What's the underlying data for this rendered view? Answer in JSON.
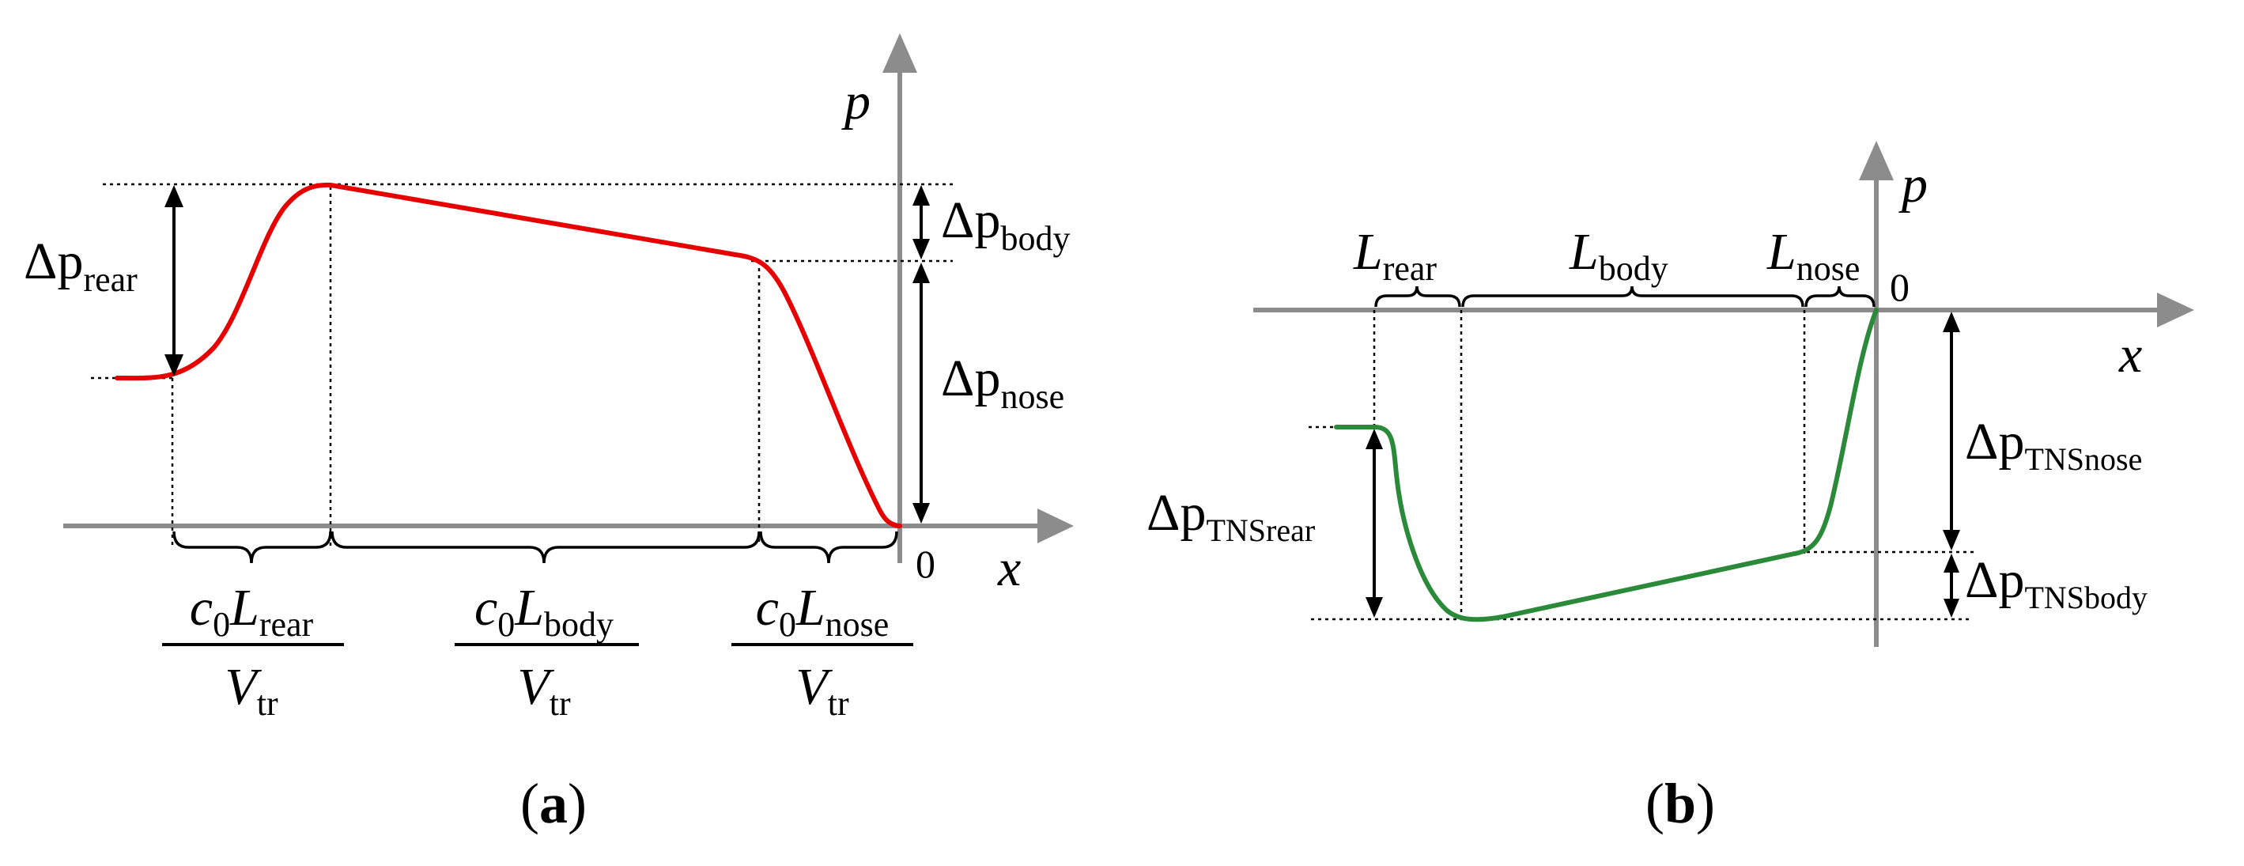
{
  "panel_a": {
    "caption": "a",
    "curve_color": "#e60000",
    "axis_y_label": "p",
    "axis_x_label": "x",
    "origin_label": "0",
    "dp_rear": {
      "base": "Δp",
      "sub": "rear"
    },
    "dp_body": {
      "base": "Δp",
      "sub": "body"
    },
    "dp_nose": {
      "base": "Δp",
      "sub": "nose"
    },
    "lengths": [
      {
        "num_coef": "c",
        "num_coef_sub": "0",
        "num_var": "L",
        "num_sub": "rear",
        "den_var": "V",
        "den_sub": "tr"
      },
      {
        "num_coef": "c",
        "num_coef_sub": "0",
        "num_var": "L",
        "num_sub": "body",
        "den_var": "V",
        "den_sub": "tr"
      },
      {
        "num_coef": "c",
        "num_coef_sub": "0",
        "num_var": "L",
        "num_sub": "nose",
        "den_var": "V",
        "den_sub": "tr"
      }
    ]
  },
  "panel_b": {
    "caption": "b",
    "curve_color": "#2a8a3a",
    "axis_y_label": "p",
    "axis_x_label": "x",
    "origin_label": "0",
    "l_rear": {
      "base": "L",
      "sub": "rear"
    },
    "l_body": {
      "base": "L",
      "sub": "body"
    },
    "l_nose": {
      "base": "L",
      "sub": "nose"
    },
    "dp_tns_rear": {
      "base": "Δp",
      "sub": "TNSrear"
    },
    "dp_tns_nose": {
      "base": "Δp",
      "sub": "TNSnose"
    },
    "dp_tns_body": {
      "base": "Δp",
      "sub": "TNSbody"
    }
  }
}
